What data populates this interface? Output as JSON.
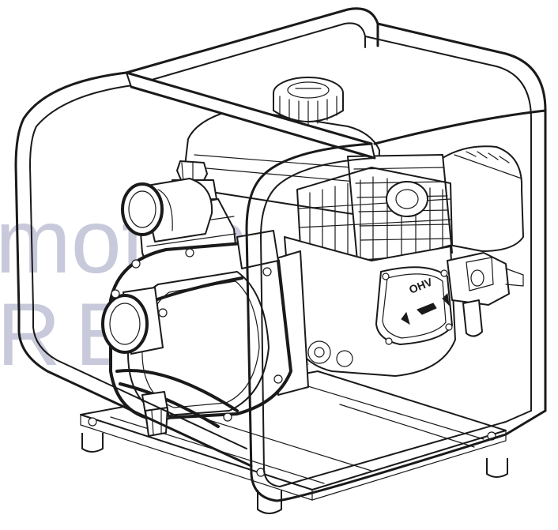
{
  "figure": {
    "subject": "portable-water-pump-in-tubular-frame",
    "style": "line-art",
    "ink_color": "#1a1a1a",
    "background_color": "#ffffff"
  },
  "engine": {
    "cover_label": "OHV"
  },
  "watermark": {
    "color": "#c9c9dc",
    "top_word": "motop",
    "bottom_word": "RELIAB"
  }
}
